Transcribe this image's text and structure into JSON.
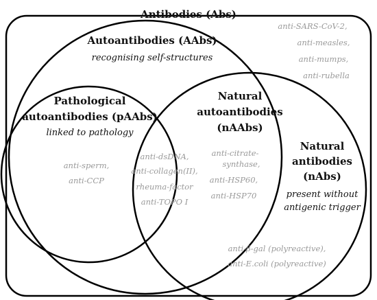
{
  "title": "Antibodies (Abs)",
  "aabs": {
    "title": "Autoantibodies (AAbs)",
    "subtitle": "recognising self-structures"
  },
  "paabs": {
    "title_line1": "Pathological",
    "title_line2": "autoantibodies (pAAbs)",
    "subtitle": "linked to pathology",
    "examples": [
      "anti-sperm,",
      "anti-CCP"
    ]
  },
  "naabs": {
    "title_line1": "Natural",
    "title_line2": "autoantibodies",
    "title_line3": "(nAAbs)",
    "examples": [
      "anti-citrate-",
      "synthase,",
      "anti-HSP60,",
      "anti-HSP70"
    ]
  },
  "overlap": {
    "examples": [
      "anti-dsDNA,",
      "anti-collagen(II),",
      "rheuma-factor",
      "anti-TOPO I"
    ]
  },
  "nabs": {
    "title_line1": "Natural",
    "title_line2": "antibodies",
    "title_line3": "(nAbs)",
    "subtitle_line1": "present without",
    "subtitle_line2": "antigenic trigger",
    "examples": [
      "anti-β-gal (polyreactive),",
      "anti-E.coli (polyreactive)"
    ]
  },
  "abs_examples": [
    "anti-SARS-CoV-2,",
    "anti-measles,",
    "anti-mumps,",
    "anti-rubella"
  ]
}
